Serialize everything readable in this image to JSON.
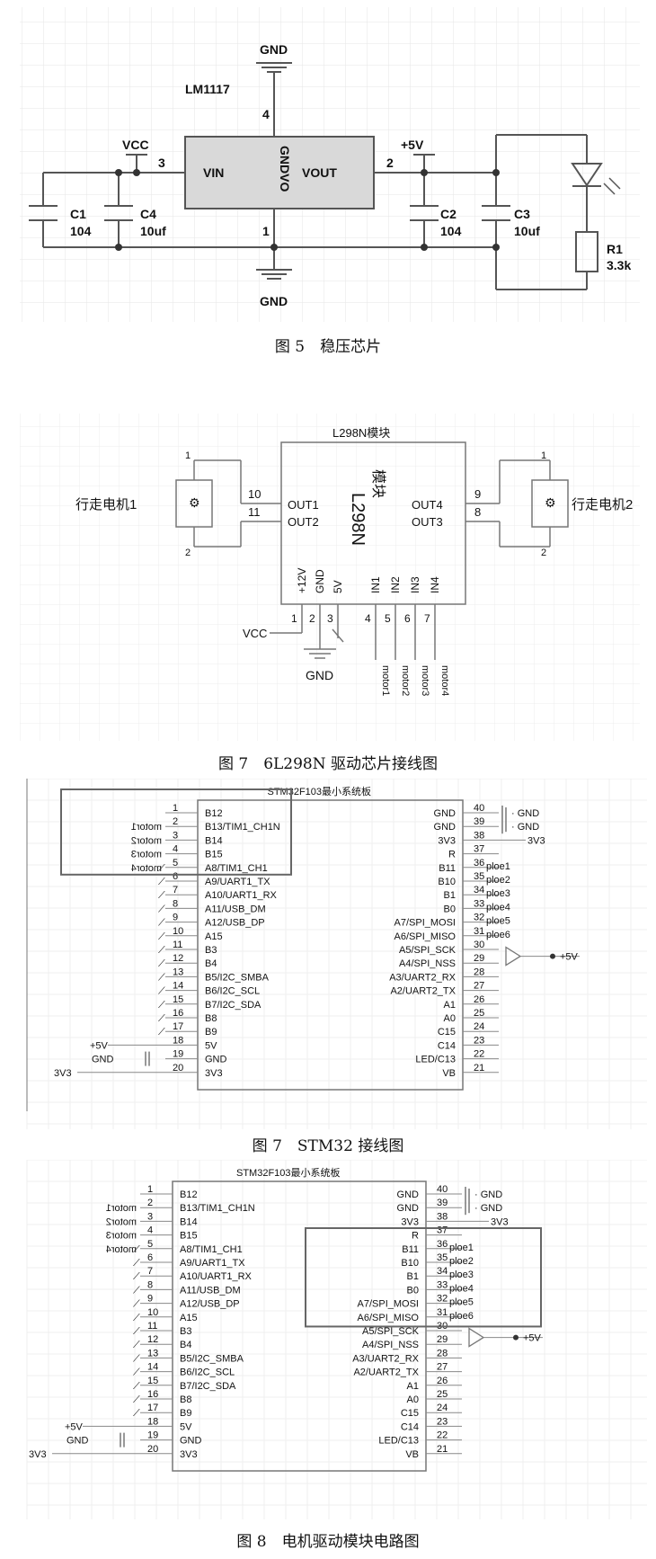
{
  "figures": [
    {
      "caption": "图 5　稳压芯片",
      "chip": {
        "name": "LM1117",
        "pins": {
          "vin": "VIN",
          "vout": "VOUT",
          "gnd": "GNDVO"
        }
      },
      "pin_numbers": {
        "in": "3",
        "out": "2",
        "gnd": "1",
        "top": "4"
      },
      "nets": {
        "vcc": "VCC",
        "plus5v": "+5V",
        "gnd_top": "GND",
        "gnd_bottom": "GND"
      },
      "parts": [
        {
          "ref": "C1",
          "value": "104"
        },
        {
          "ref": "C4",
          "value": "10uf"
        },
        {
          "ref": "C2",
          "value": "104"
        },
        {
          "ref": "C3",
          "value": "10uf"
        },
        {
          "ref": "R1",
          "value": "3.3k"
        }
      ]
    },
    {
      "caption": "图 7　6L298N 驱动芯片接线图",
      "module_title": "L298N模块",
      "chip_label": "L298N",
      "chip_label2": "模块",
      "outputs": [
        "OUT1",
        "OUT2",
        "OUT4",
        "OUT3"
      ],
      "out_pins": [
        "10",
        "11",
        "9",
        "8"
      ],
      "bottom_labels": [
        "+12V",
        "GND",
        "5V",
        "IN1",
        "IN2",
        "IN3",
        "IN4"
      ],
      "bottom_pins": [
        "1",
        "2",
        "3",
        "4",
        "5",
        "6",
        "7"
      ],
      "motor_left": "行走电机1",
      "motor_right": "行走电机2",
      "motor_pins": [
        "1",
        "2"
      ],
      "inputs": [
        "motor1",
        "motor2",
        "motor3",
        "motor4"
      ],
      "vcc": "VCC",
      "gnd": "GND"
    },
    {
      "caption": "图 7　STM32 接线图",
      "title": "STM32F103最小系统板"
    },
    {
      "caption": "图 8　电机驱动模块电路图",
      "title": "STM32F103最小系统板"
    }
  ],
  "stm32": {
    "left_pins": [
      "1",
      "2",
      "3",
      "4",
      "5",
      "6",
      "7",
      "8",
      "9",
      "10",
      "11",
      "12",
      "13",
      "14",
      "15",
      "16",
      "17",
      "18",
      "19",
      "20"
    ],
    "left_labels": [
      "B12",
      "B13/TIM1_CH1N",
      "B14",
      "B15",
      "A8/TIM1_CH1",
      "A9/UART1_TX",
      "A10/UART1_RX",
      "A11/USB_DM",
      "A12/USB_DP",
      "A15",
      "B3",
      "B4",
      "B5/I2C_SMBA",
      "B6/I2C_SCL",
      "B7/I2C_SDA",
      "B8",
      "B9",
      "5V",
      "GND",
      "3V3"
    ],
    "right_pins": [
      "40",
      "39",
      "38",
      "37",
      "36",
      "35",
      "34",
      "33",
      "32",
      "31",
      "30",
      "29",
      "28",
      "27",
      "26",
      "25",
      "24",
      "23",
      "22",
      "21"
    ],
    "right_labels": [
      "GND",
      "GND",
      "3V3",
      "R",
      "B11",
      "B10",
      "B1",
      "B0",
      "A7/SPI_MOSI",
      "A6/SPI_MISO",
      "A5/SPI_SCK",
      "A4/SPI_NSS",
      "A3/UART2_RX",
      "A2/UART2_TX",
      "A1",
      "A0",
      "C15",
      "C14",
      "LED/C13",
      "VB"
    ],
    "motor_nets": [
      "motor1",
      "motor2",
      "motor3",
      "motor4"
    ],
    "pole_nets": [
      "ploe1",
      "ploe2",
      "ploe3",
      "ploe4",
      "ploe5",
      "ploe6"
    ],
    "gnd_net": "GND",
    "v33_net": "3V3",
    "plus5v_net": "+5V",
    "left_5v": "+5V",
    "left_gnd": "GND",
    "left_3v3": "3V3"
  }
}
